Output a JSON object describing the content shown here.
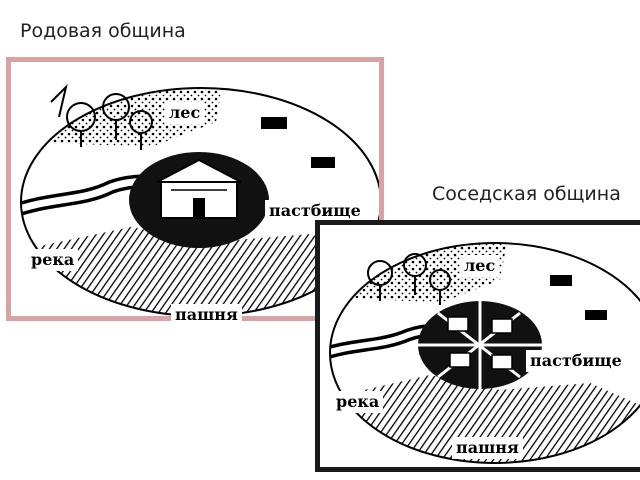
{
  "titles": {
    "clan_community": "Родовая община",
    "neighbor_community": "Соседская община"
  },
  "panels": [
    {
      "labels": {
        "forest": "лес",
        "pasture": "пастбище",
        "river": "река",
        "arable": "пашня"
      }
    },
    {
      "labels": {
        "forest": "лес",
        "pasture": "пастбище",
        "river": "река",
        "arable": "пашня"
      }
    }
  ],
  "colors": {
    "clan_border": "#d9a3a3",
    "neighbor_border": "#1a1a1a",
    "ink": "#000000"
  }
}
